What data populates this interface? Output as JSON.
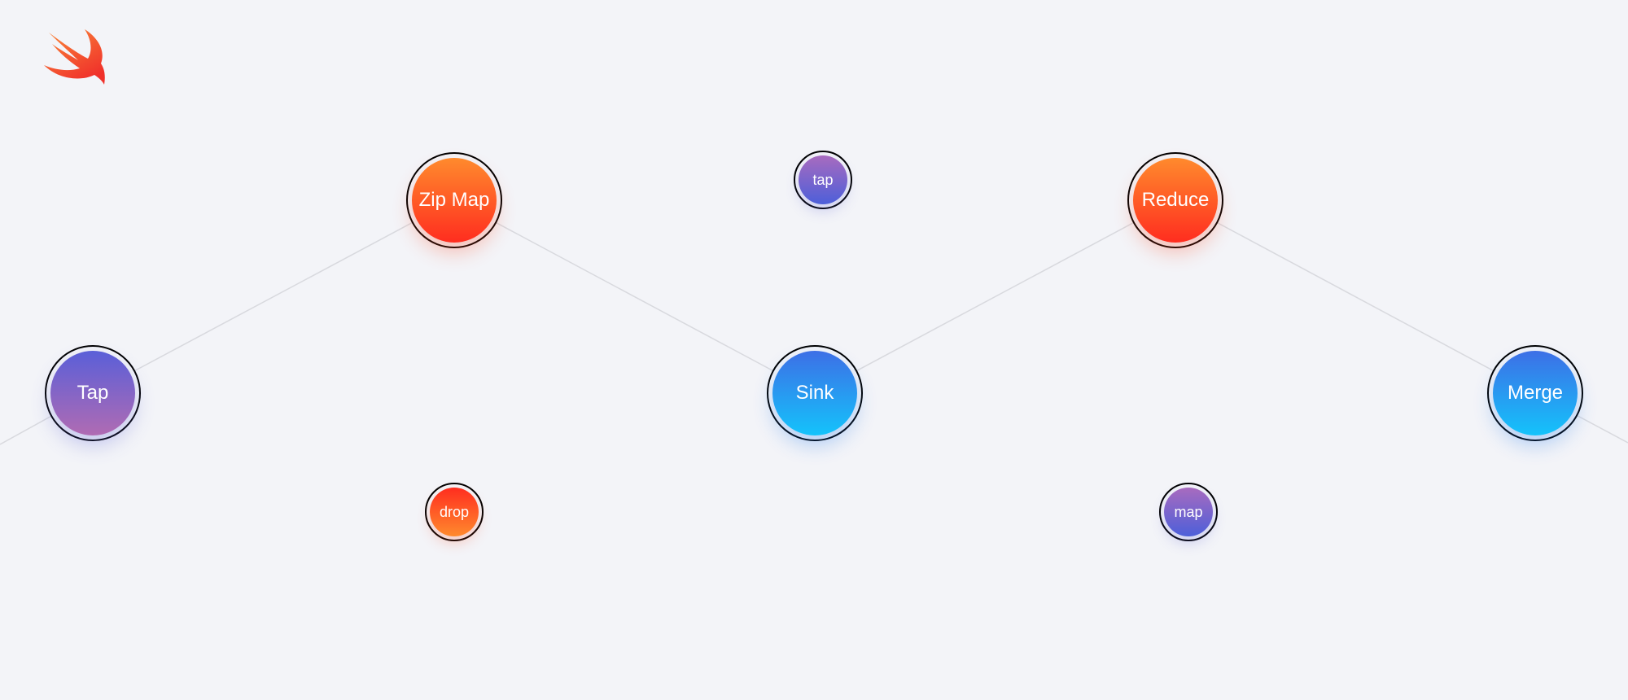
{
  "logo": {
    "icon": "swift-bird-icon",
    "colors": [
      "#fa6b30",
      "#f03b2b"
    ]
  },
  "nodes": {
    "tap_main": {
      "label": "Tap",
      "theme": "purple"
    },
    "zip_map": {
      "label": "Zip Map",
      "theme": "orange"
    },
    "tap_small": {
      "label": "tap",
      "theme": "purple"
    },
    "sink": {
      "label": "Sink",
      "theme": "blue"
    },
    "reduce": {
      "label": "Reduce",
      "theme": "orange"
    },
    "merge": {
      "label": "Merge",
      "theme": "blue"
    },
    "drop": {
      "label": "drop",
      "theme": "orange"
    },
    "map": {
      "label": "map",
      "theme": "purple"
    }
  },
  "connections": [
    [
      "edge-left",
      "tap_main"
    ],
    [
      "tap_main",
      "zip_map"
    ],
    [
      "zip_map",
      "sink"
    ],
    [
      "sink",
      "reduce"
    ],
    [
      "reduce",
      "merge"
    ],
    [
      "merge",
      "edge-right"
    ]
  ],
  "colors": {
    "background": "#f3f4f8",
    "line": "#d8d9de",
    "orange": "#ff5a26",
    "purple": "#5a5fd8",
    "blue": "#1aa8f5"
  }
}
